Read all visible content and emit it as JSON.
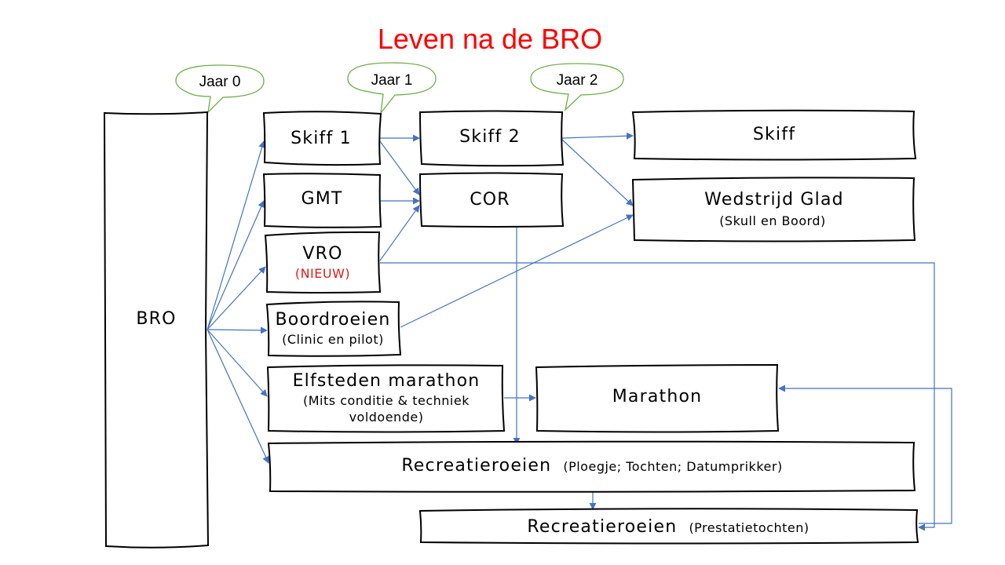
{
  "title": "Leven na de BRO",
  "years": [
    "Jaar 0",
    "Jaar 1",
    "Jaar 2"
  ],
  "nodes": {
    "bro": "BRO",
    "skiff1": "Skiff 1",
    "skiff2": "Skiff 2",
    "skiff": "Skiff",
    "gmt": "GMT",
    "cor": "COR",
    "wedstrijd_glad": "Wedstrijd Glad",
    "wedstrijd_glad_sub": "(Skull en Boord)",
    "vro": "VRO",
    "vro_sub": "(NIEUW)",
    "boordroeien": "Boordroeien",
    "boordroeien_sub": "(Clinic en pilot)",
    "elfsteden": "Elfsteden marathon",
    "elfsteden_sub1": "(Mits conditie & techniek",
    "elfsteden_sub2": "voldoende)",
    "marathon": "Marathon",
    "recreatie1": "Recreatieroeien",
    "recreatie1_sub": "(Ploegje; Tochten; Datumprikker)",
    "recreatie2": "Recreatieroeien",
    "recreatie2_sub": "(Prestatietochten)"
  },
  "colors": {
    "title": "#ff0000",
    "arrow": "#4472c4",
    "bubble_border": "#70ad47",
    "new_label": "#e01b1b",
    "box_border": "#000000"
  }
}
